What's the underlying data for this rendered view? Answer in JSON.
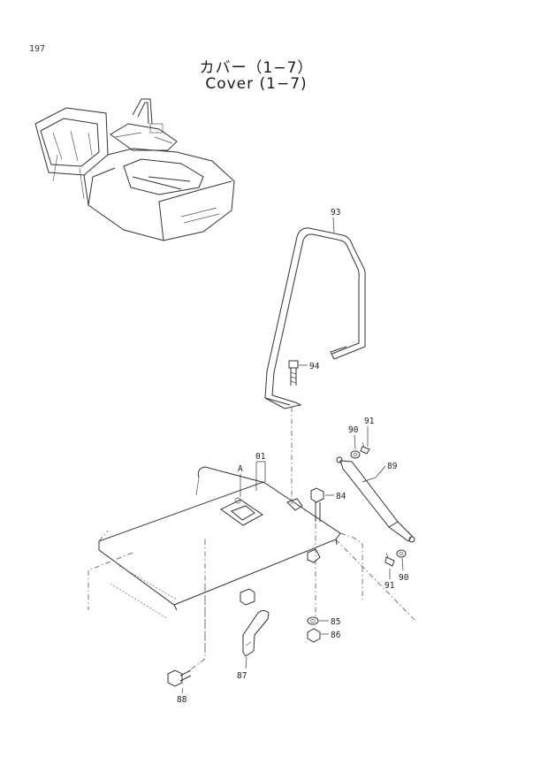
{
  "page_number": "197",
  "title_jp": "カバー（1−7）",
  "title_en": "Cover (1−7)",
  "callouts": {
    "c93": "93",
    "c94": "94",
    "c90a": "90",
    "c91a": "91",
    "c89": "89",
    "c01": "01",
    "cA": "A",
    "c84": "84",
    "c91b": "91",
    "c90b": "90",
    "c85": "85",
    "c86": "86",
    "c87": "87",
    "c88": "88"
  }
}
